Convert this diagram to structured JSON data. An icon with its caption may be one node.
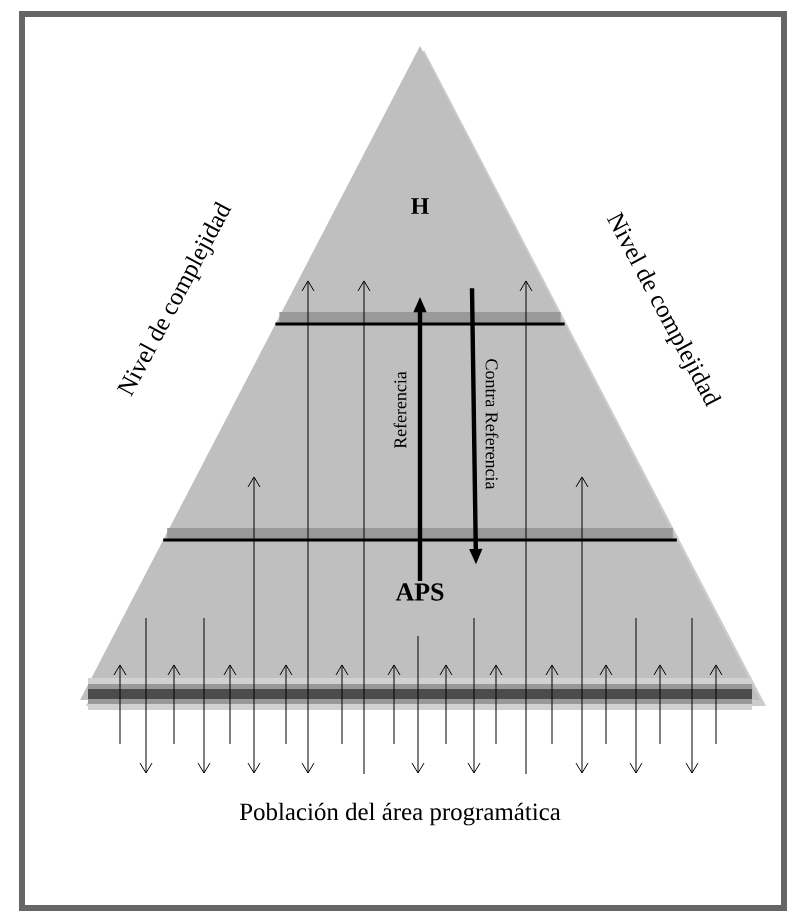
{
  "diagram": {
    "nodes": [
      {
        "text": [
          "H"
        ]
      },
      {
        "text": [
          "APS"
        ]
      },
      {
        "text": [
          "Población del área programática"
        ]
      }
    ],
    "edges": [
      {
        "from": 1,
        "to": 0,
        "arrow": "to",
        "label": "Referencia"
      },
      {
        "from": 0,
        "to": 1,
        "arrow": "to",
        "label": "Contra Referencia"
      }
    ],
    "labels": [
      "Nivel de complejidad",
      "Nivel de complejidad"
    ]
  }
}
